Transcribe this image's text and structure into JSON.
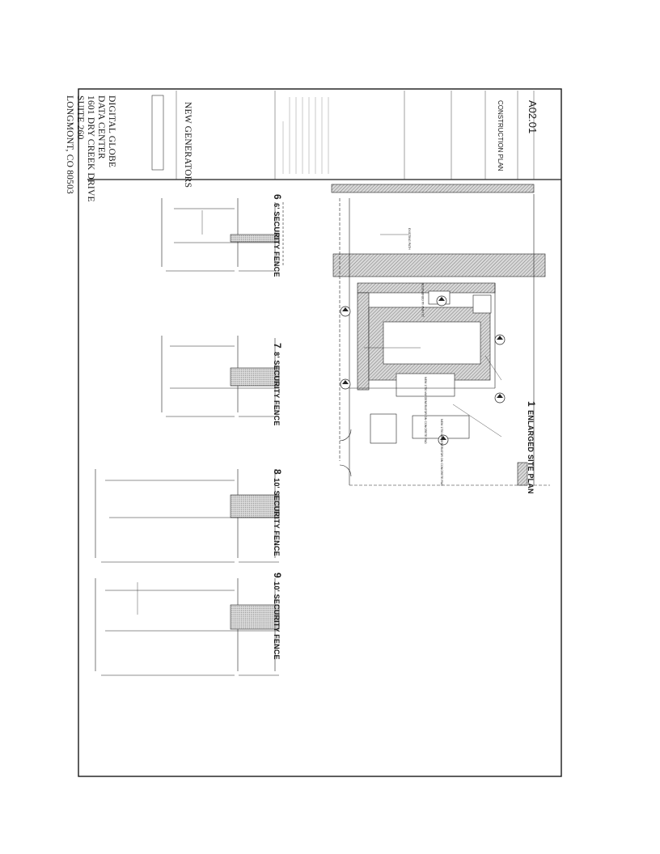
{
  "title_block": {
    "company": "DIGITAL GLOBE",
    "line2": "DATA CENTER",
    "line3": "1601 DRY CREEK DRIVE",
    "line4": "SUITE 260",
    "line5": "LONGMONT, CO 80503",
    "project": "NEW GENERATORS",
    "sheet_title": "CONSTRUCTION PLAN",
    "sheet_number": "A02.01"
  },
  "details": [
    {
      "number": "9",
      "title": "10' SECURITY FENCE"
    },
    {
      "number": "8",
      "title": "10' SECURITY FENCE"
    },
    {
      "number": "7",
      "title": "8' SECURITY FENCE"
    },
    {
      "number": "6",
      "title": "6' SECURITY FENCE"
    }
  ],
  "site_plan": {
    "number": "1",
    "title": "ENLARGED SITE PLAN",
    "labels": {
      "generator_1": "(2) NEW 4A GENERATOR",
      "generator_2": "NEW 1750 kW GENERATOR ON CONCRETE PAD",
      "generator_3": "NEW 1750 kW GENERATOR ON CONCRETE PAD",
      "existing_path": "EXISTING PATH"
    }
  },
  "colors": {
    "ink": "#1a1a1a",
    "hatch": "#8a8a8a"
  }
}
